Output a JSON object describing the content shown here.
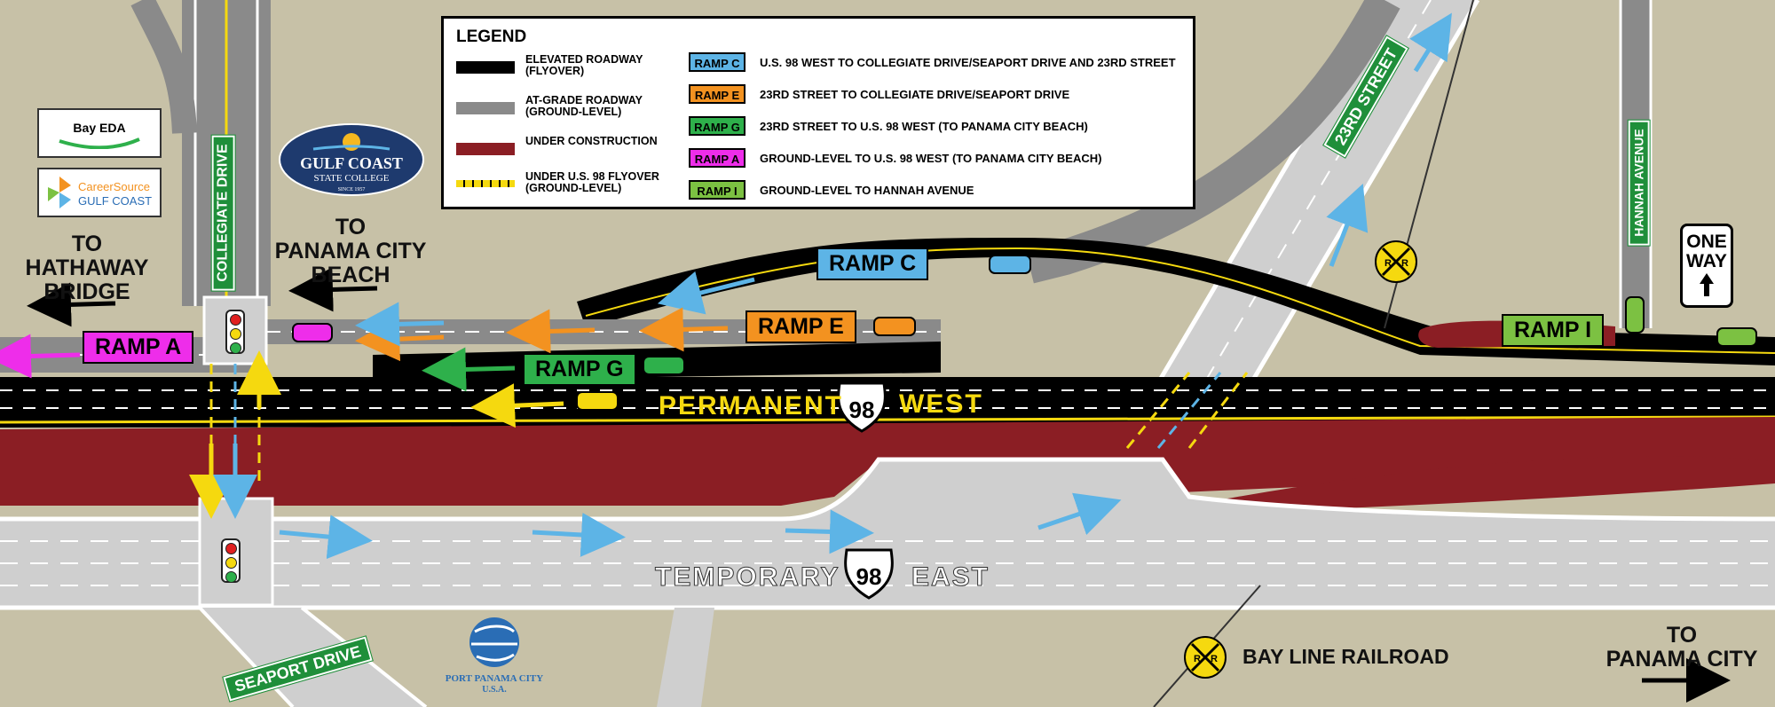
{
  "legend": {
    "title": "LEGEND",
    "line_items": [
      {
        "label_1": "ELEVATED ROADWAY",
        "label_2": "(FLYOVER)",
        "color": "#000000"
      },
      {
        "label_1": "AT-GRADE ROADWAY",
        "label_2": "(GROUND-LEVEL)",
        "color": "#8a8a8a"
      },
      {
        "label_1": "UNDER CONSTRUCTION",
        "label_2": "",
        "color": "#8b1e24"
      },
      {
        "label_1": "UNDER U.S. 98 FLYOVER",
        "label_2": "(GROUND-LEVEL)",
        "color": "#f5d90f"
      }
    ],
    "ramps": [
      {
        "code": "RAMP C",
        "desc": "U.S. 98 WEST TO COLLEGIATE DRIVE/SEAPORT DRIVE AND 23RD STREET",
        "color": "#5db4e6"
      },
      {
        "code": "RAMP E",
        "desc": "23RD STREET TO COLLEGIATE DRIVE/SEAPORT DRIVE",
        "color": "#f39220"
      },
      {
        "code": "RAMP G",
        "desc": "23RD STREET TO U.S. 98 WEST (TO PANAMA CITY BEACH)",
        "color": "#2eb04b"
      },
      {
        "code": "RAMP A",
        "desc": "GROUND-LEVEL TO U.S. 98 WEST (TO PANAMA CITY BEACH)",
        "color": "#ee2dea"
      },
      {
        "code": "RAMP I",
        "desc": "GROUND-LEVEL TO HANNAH AVENUE",
        "color": "#7cc142"
      }
    ]
  },
  "ramp_labels": {
    "a": "RAMP A",
    "c": "RAMP C",
    "e": "RAMP E",
    "g": "RAMP G",
    "i": "RAMP I"
  },
  "destinations": {
    "hathaway_1": "TO",
    "hathaway_2": "HATHAWAY",
    "hathaway_3": "BRIDGE",
    "pcb_1": "TO",
    "pcb_2": "PANAMA CITY",
    "pcb_3": "BEACH",
    "pc_1": "TO",
    "pc_2": "PANAMA CITY"
  },
  "streets": {
    "collegiate": "COLLEGIATE DRIVE",
    "seaport": "SEAPORT DRIVE",
    "twentythird": "23RD STREET",
    "hannah": "HANNAH AVENUE"
  },
  "route": {
    "number": "98",
    "permanent": "PERMANENT",
    "west": "WEST",
    "temporary": "TEMPORARY",
    "east": "EAST"
  },
  "railroad": {
    "name": "BAY LINE RAILROAD",
    "crossing_letter": "R"
  },
  "one_way": {
    "line1": "ONE",
    "line2": "WAY"
  },
  "logos": {
    "bayeda_name": "Bay EDA",
    "careersource_1": "CareerSource",
    "careersource_2": "GULF COAST",
    "gcsc_1": "GULF COAST",
    "gcsc_2": "STATE COLLEGE",
    "gcsc_3": "SINCE 1957",
    "port_1": "PORT PANAMA CITY",
    "port_2": "U.S.A."
  },
  "colors": {
    "ground": "#c7c1a7",
    "elevated": "#000000",
    "at_grade": "#cfcfcf",
    "construction": "#8b1e24",
    "flyover_marking": "#f5d90f",
    "street_sign": "#1f8f3a"
  },
  "icons": [
    "traffic-signal-icon",
    "railroad-crossing-icon",
    "one-way-arrow-icon",
    "direction-arrow-icon",
    "car-icon"
  ]
}
